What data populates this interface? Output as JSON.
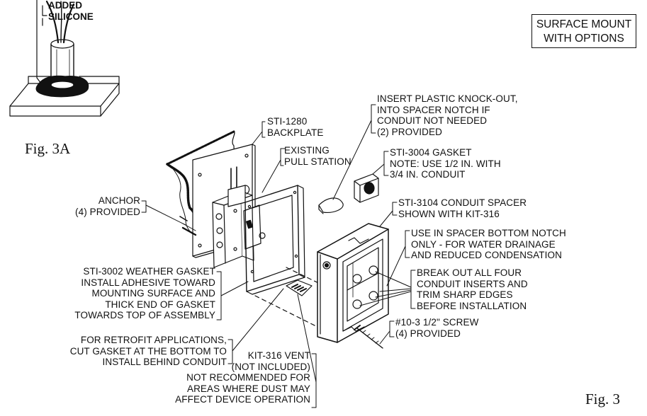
{
  "title_box": {
    "line1": "SURFACE MOUNT",
    "line2": "WITH OPTIONS"
  },
  "figures": {
    "fig3a": "Fig. 3A",
    "fig3": "Fig. 3"
  },
  "inset_callout": {
    "line1": "ADDED",
    "line2": "SILICONE"
  },
  "labels": {
    "backplate": [
      "STI-1280",
      "BACKPLATE"
    ],
    "pull_station": [
      "EXISTING",
      "PULL STATION"
    ],
    "knockout": [
      "INSERT PLASTIC KNOCK-OUT,",
      "INTO SPACER NOTCH IF",
      "CONDUIT NOT NEEDED",
      "(2) PROVIDED"
    ],
    "gasket3004": [
      "STI-3004 GASKET",
      "NOTE: USE 1/2 in. WITH",
      "3/4 in. CONDUIT"
    ],
    "spacer": [
      "STI-3104 CONDUIT SPACER",
      "SHOWN WITH KIT-316"
    ],
    "bottom_notch": [
      "USE IN SPACER BOTTOM NOTCH",
      "ONLY - FOR WATER DRAINAGE",
      "AND REDUCED CONDENSATION"
    ],
    "break_out": [
      "BREAK OUT ALL FOUR",
      "CONDUIT INSERTS AND",
      "TRIM SHARP EDGES",
      "BEFORE INSTALLATION"
    ],
    "screw": [
      "#10-3 1/2\" SCREW",
      "(4) PROVIDED"
    ],
    "anchor": [
      "ANCHOR",
      "(4) PROVIDED"
    ],
    "weather_gasket": [
      "STI-3002 WEATHER GASKET",
      "INSTALL ADHESIVE TOWARD",
      "MOUNTING SURFACE AND",
      "THICK END OF GASKET",
      "TOWARDS TOP OF ASSEMBLY"
    ],
    "retrofit": [
      "FOR RETROFIT APPLICATIONS,",
      "CUT GASKET AT THE BOTTOM TO",
      "INSTALL BEHIND CONDUIT"
    ],
    "vent": [
      "KIT-316 VENT",
      "(NOT INCLUDED)",
      "NOT RECOMMENDED FOR",
      "AREAS WHERE DUST MAY",
      "AFFECT DEVICE OPERATION"
    ]
  }
}
